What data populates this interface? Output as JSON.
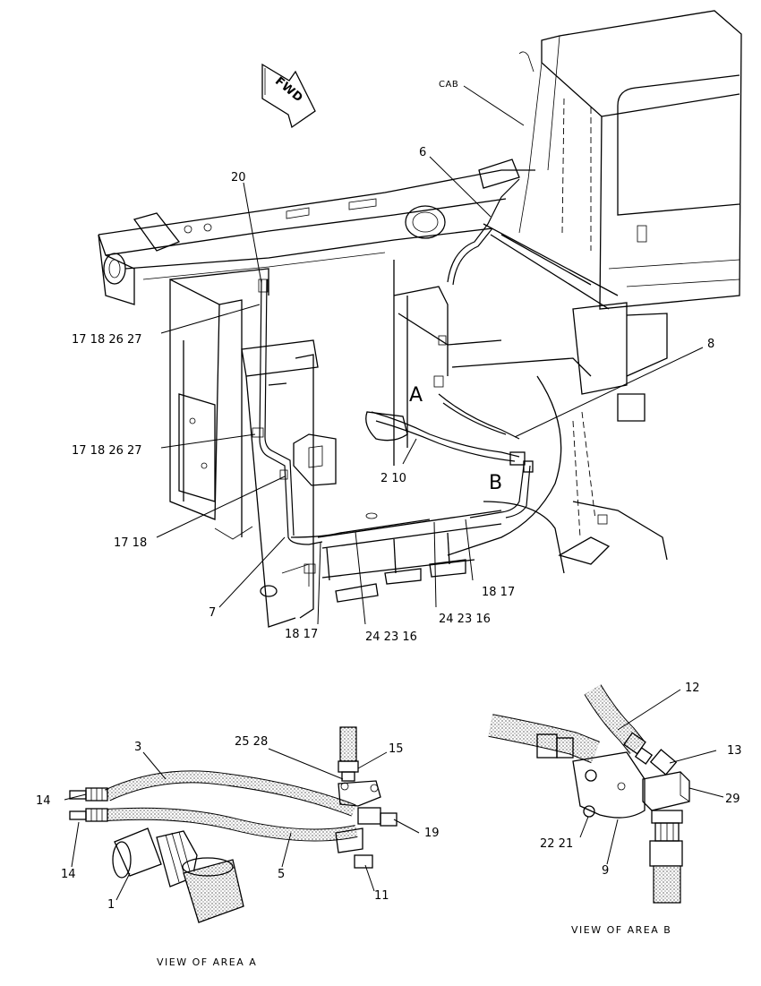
{
  "fwd_arrow": {
    "text": "FWD"
  },
  "area_markers": {
    "a": "A",
    "b": "B"
  },
  "main_view_labels": {
    "cab": "CAB",
    "l6": "6",
    "l20": "20",
    "l8": "8",
    "l17_18_26_27_top": "17 18 26 27",
    "l17_18_26_27_mid": "17 18 26 27",
    "l2_10": "2 10",
    "l17_18_left": "17 18",
    "l7": "7",
    "l18_17_bottom": "18 17",
    "l24_23_16_bottom": "24 23 16",
    "l24_23_16_right": "24 23 16",
    "l18_17_right": "18 17"
  },
  "view_a": {
    "caption": "VIEW OF AREA A",
    "labels": {
      "l3": "3",
      "l14_top": "14",
      "l14_bottom": "14",
      "l1": "1",
      "l5": "5",
      "l25_28": "25 28",
      "l15": "15",
      "l19": "19",
      "l11": "11"
    }
  },
  "view_b": {
    "caption": "VIEW OF AREA B",
    "labels": {
      "l12": "12",
      "l13": "13",
      "l29": "29",
      "l22_21": "22 21",
      "l9": "9"
    }
  }
}
